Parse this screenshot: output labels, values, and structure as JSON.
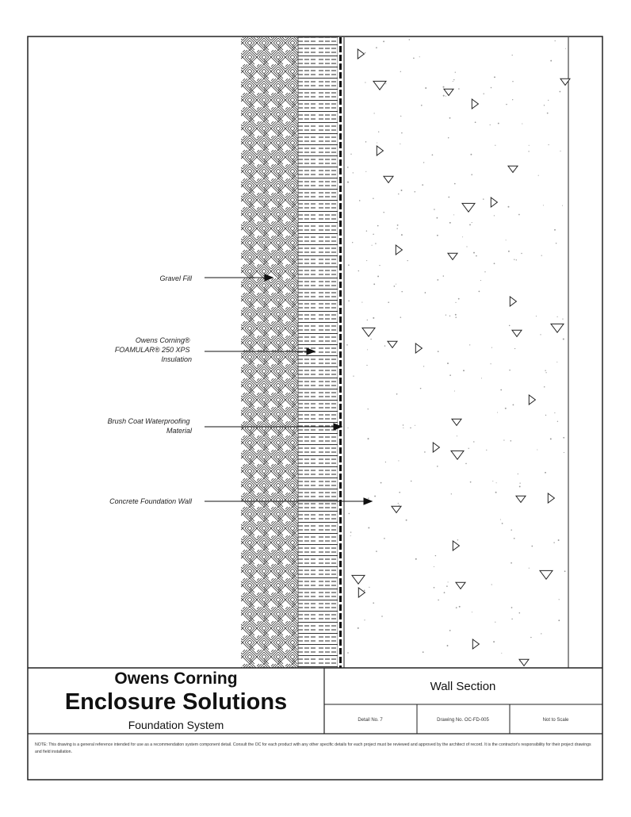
{
  "callouts": [
    {
      "label_lines": [
        "Gravel Fill"
      ]
    },
    {
      "label_lines": [
        "Owens Corning®",
        "FOAMULAR® 250 XPS",
        "Insulation"
      ]
    },
    {
      "label_lines": [
        "Brush Coat Waterproofing",
        "Material"
      ]
    },
    {
      "label_lines": [
        "Concrete Foundation Wall"
      ]
    }
  ],
  "title_block": {
    "brand_line1": "Owens Corning",
    "brand_line2": "Enclosure Solutions",
    "brand_line3": "Foundation System",
    "drawing_title": "Wall Section",
    "cells": [
      "Detail No. 7",
      "Drawing No. OC-FD-005",
      "Not to Scale"
    ],
    "note": "NOTE: This drawing is a general reference intended for use as a recommendation system component detail. Consult the OC for each product with any other specific details for each project must be reviewed and approved by the architect of record. It is the contractor's responsibility for their project drawings and field installation."
  },
  "colors": {
    "line": "#222222",
    "concrete_speckle": "#9a9a9a"
  }
}
